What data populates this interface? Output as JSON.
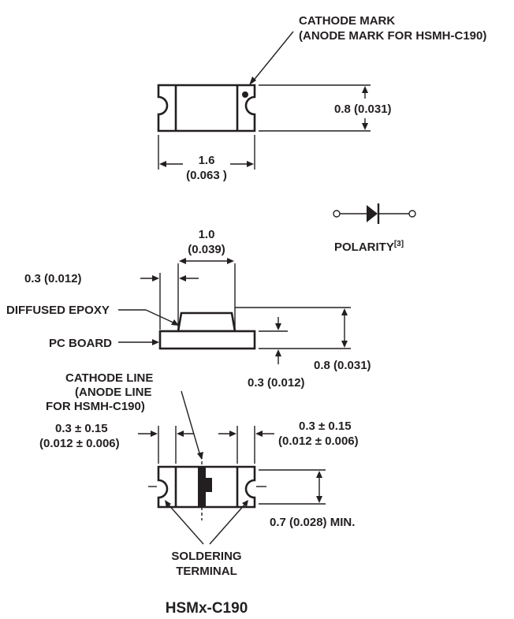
{
  "labels": {
    "cathode_mark_1": "CATHODE MARK",
    "cathode_mark_2": "(ANODE MARK FOR HSMH-C190)",
    "height_top": "0.8 (0.031)",
    "width_1": "1.6",
    "width_2": "(0.063 )",
    "polarity": "POLARITY",
    "polarity_note": "[3]",
    "lens_1": "1.0",
    "lens_2": "(0.039)",
    "offset_side": "0.3 (0.012)",
    "diffused_epoxy": "DIFFUSED EPOXY",
    "pc_board": "PC BOARD",
    "height_side": "0.8 (0.031)",
    "board_thickness": "0.3 (0.012)",
    "cathode_line_1": "CATHODE LINE",
    "cathode_line_2": "(ANODE LINE",
    "cathode_line_3": "FOR HSMH-C190)",
    "term_left_1": "0.3 ± 0.15",
    "term_left_2": "(0.012 ± 0.006)",
    "term_right_1": "0.3 ± 0.15",
    "term_right_2": "(0.012 ± 0.006)",
    "min_width": "0.7 (0.028) MIN.",
    "soldering_1": "SOLDERING",
    "soldering_2": "TERMINAL"
  },
  "title": "HSMx-C190"
}
